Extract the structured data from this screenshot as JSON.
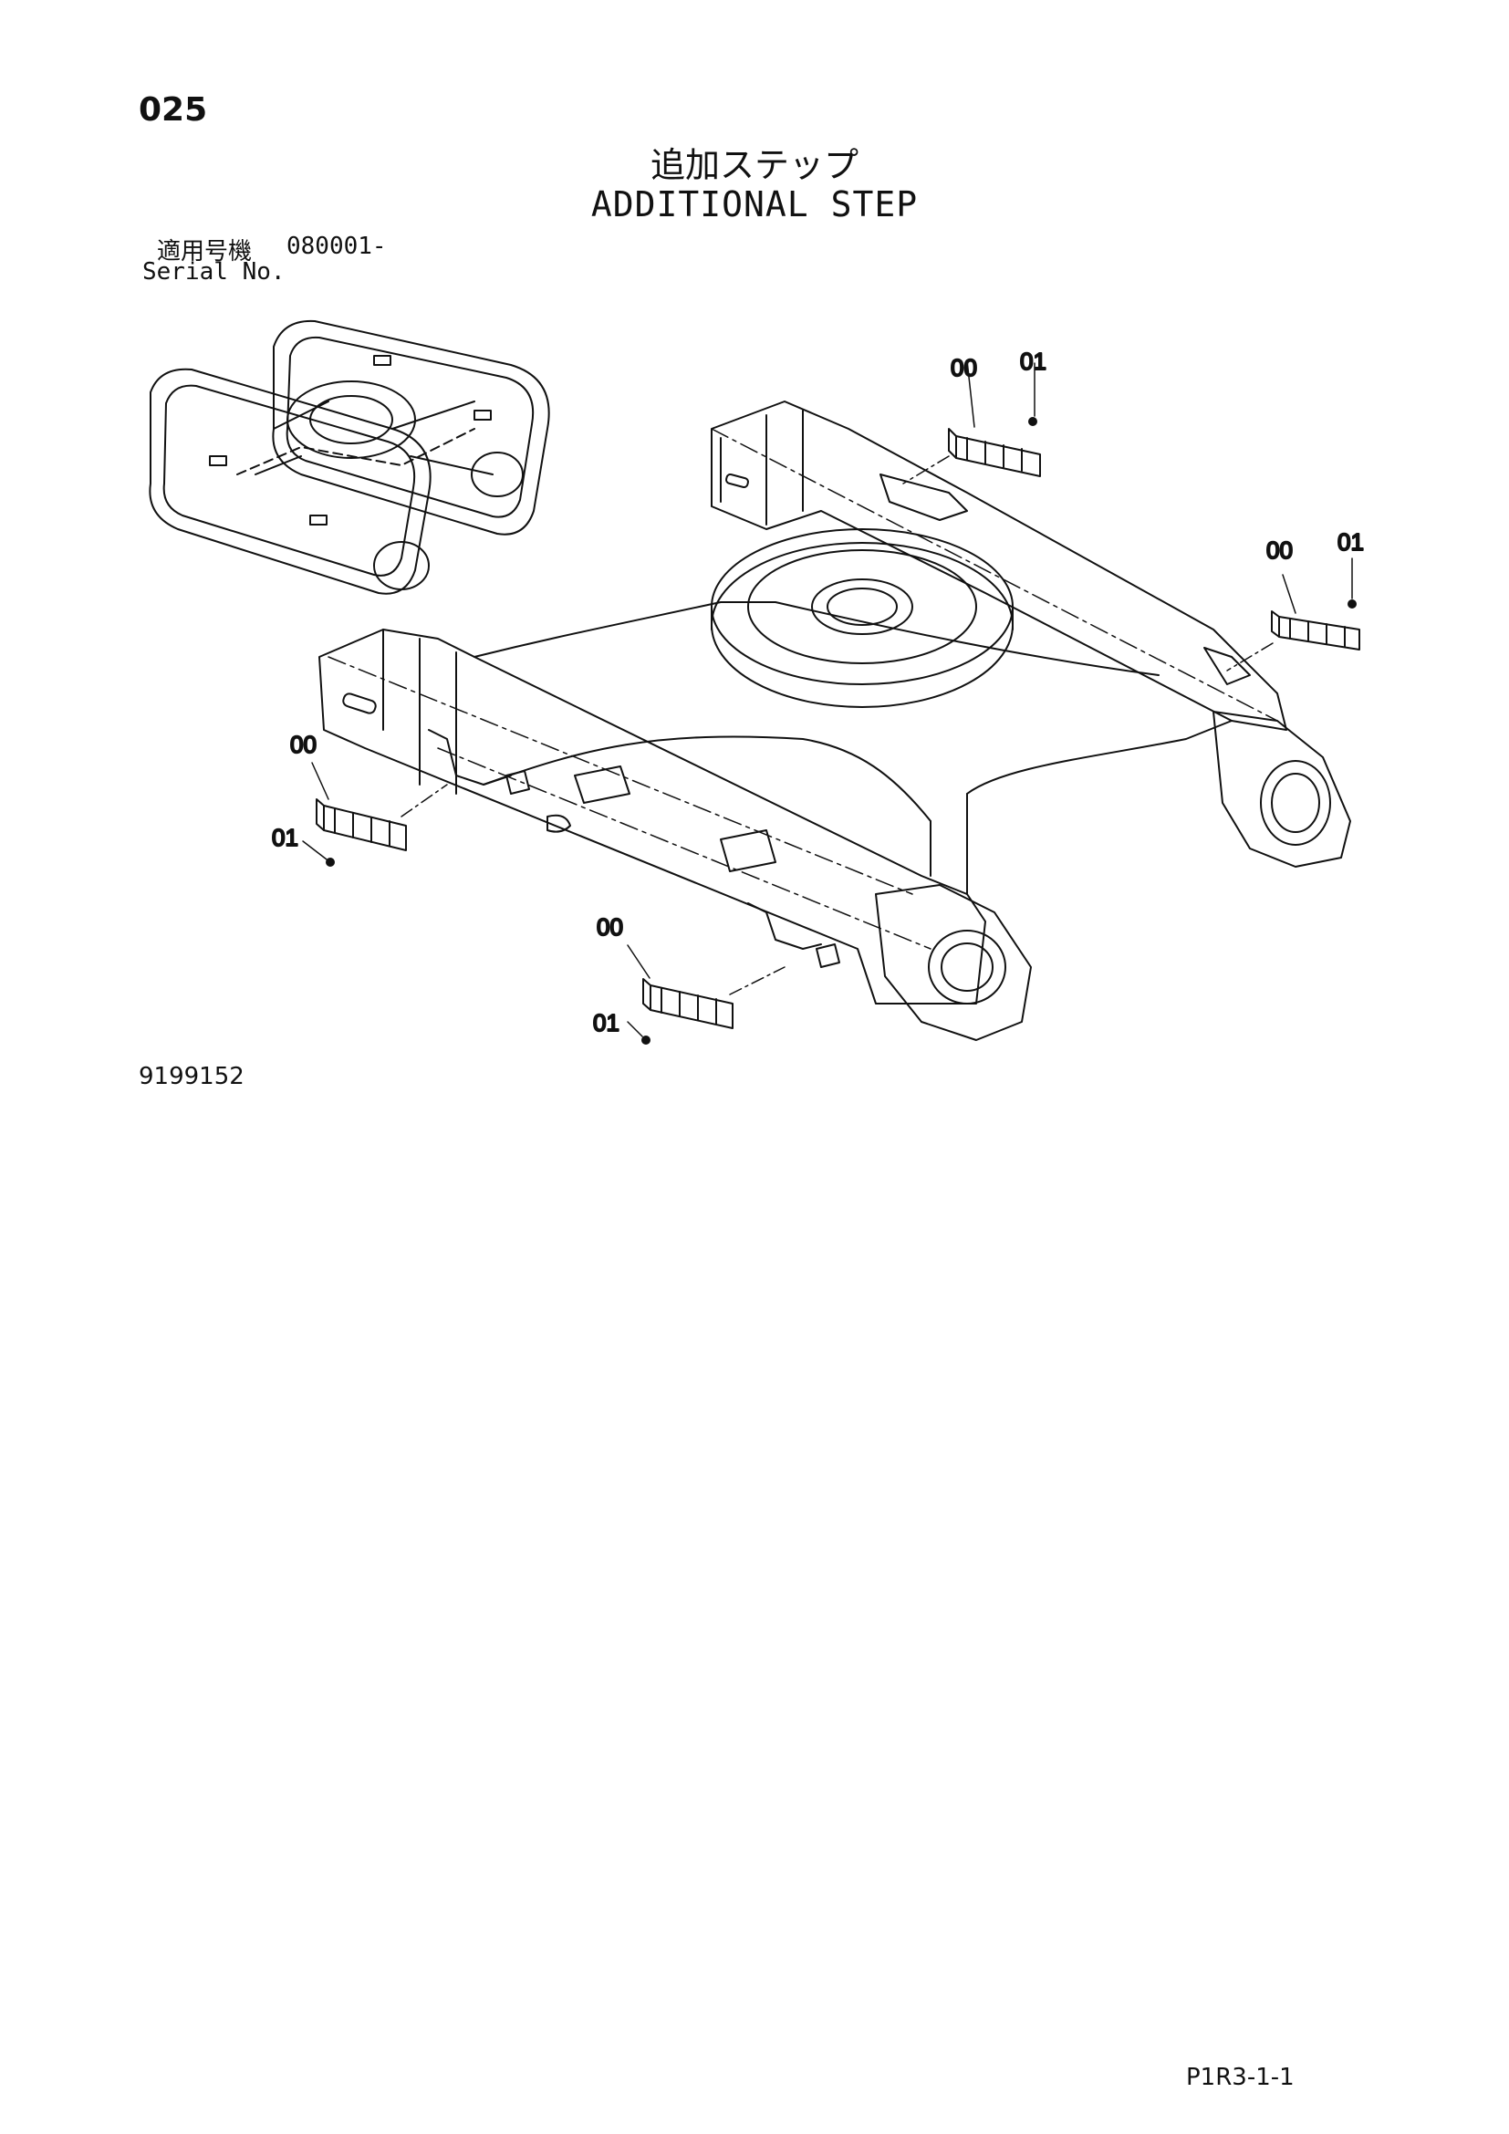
{
  "page": {
    "number": "025",
    "title_ja": "追加ステップ",
    "title_en": "ADDITIONAL STEP",
    "serial_label_ja": "適用号機",
    "serial_value": "080001-",
    "serial_label_en": "Serial No.",
    "drawing_number": "9199152",
    "page_code": "P1R3-1-1"
  },
  "callouts": [
    {
      "step": "00",
      "bolt": "01"
    },
    {
      "step": "00",
      "bolt": "01"
    },
    {
      "step": "00",
      "bolt": "01"
    },
    {
      "step": "00",
      "bolt": "01"
    }
  ]
}
